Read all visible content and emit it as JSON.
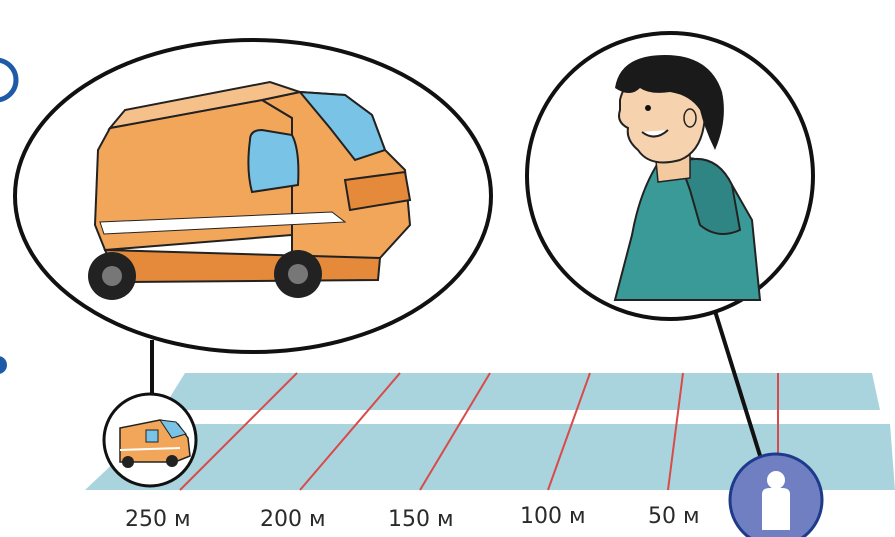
{
  "distance_labels": [
    "250 м",
    "200 м",
    "150 м",
    "100 м",
    "50 м"
  ],
  "colors": {
    "road": "#a9d4dd",
    "road_dark": "#8fc3ce",
    "lane_stripe": "#ffffff",
    "distance_line": "#d94a4a",
    "van_body": "#f2a65a",
    "van_shade": "#e48a3a",
    "van_window": "#79c4e6",
    "jacket": "#3a9a98",
    "person_marker": "#6f7fc2",
    "outline": "#111111"
  },
  "icons": {
    "van_callout": "van-illustration",
    "person_callout": "boy-illustration",
    "person_marker": "person-icon"
  }
}
